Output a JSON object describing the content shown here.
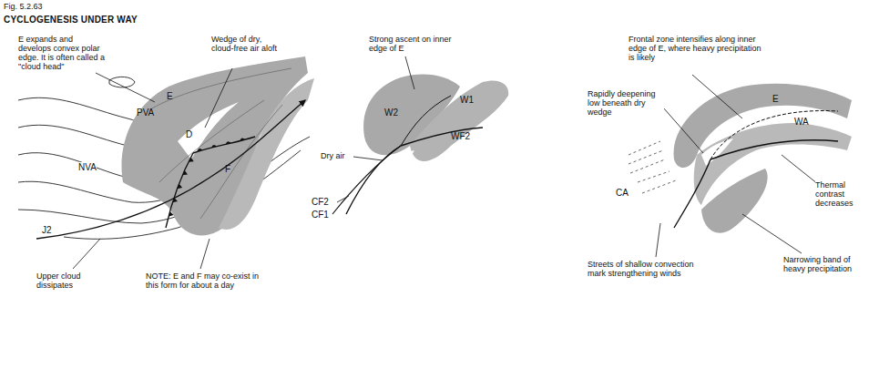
{
  "diagram": {
    "title": "CYCLOGENESIS UNDER WAY",
    "labels": [
      "Fig. 5.2.63",
      "E expands and develops convex polar edge. It is often called a \"cloud head\"",
      "Wedge of dry, cloud-free air aloft",
      "PVA",
      "E",
      "D",
      "F",
      "NVA",
      "J2",
      "Upper cloud dissipates",
      "NOTE: E and F may co-exist in this form for about a day",
      "Strong ascent on inner edge of E",
      "W2",
      "W1",
      "WF2",
      "Dry air",
      "CF2",
      "CF1",
      "Frontal zone intensifies along inner edge of E, where heavy precipitation is likely",
      "Rapidly deepening low beneath dry wedge",
      "E",
      "WA",
      "CA",
      "Thermal contrast decreases",
      "Streets of shallow convection mark strengthening winds",
      "Narrowing band of heavy precipitation"
    ]
  }
}
